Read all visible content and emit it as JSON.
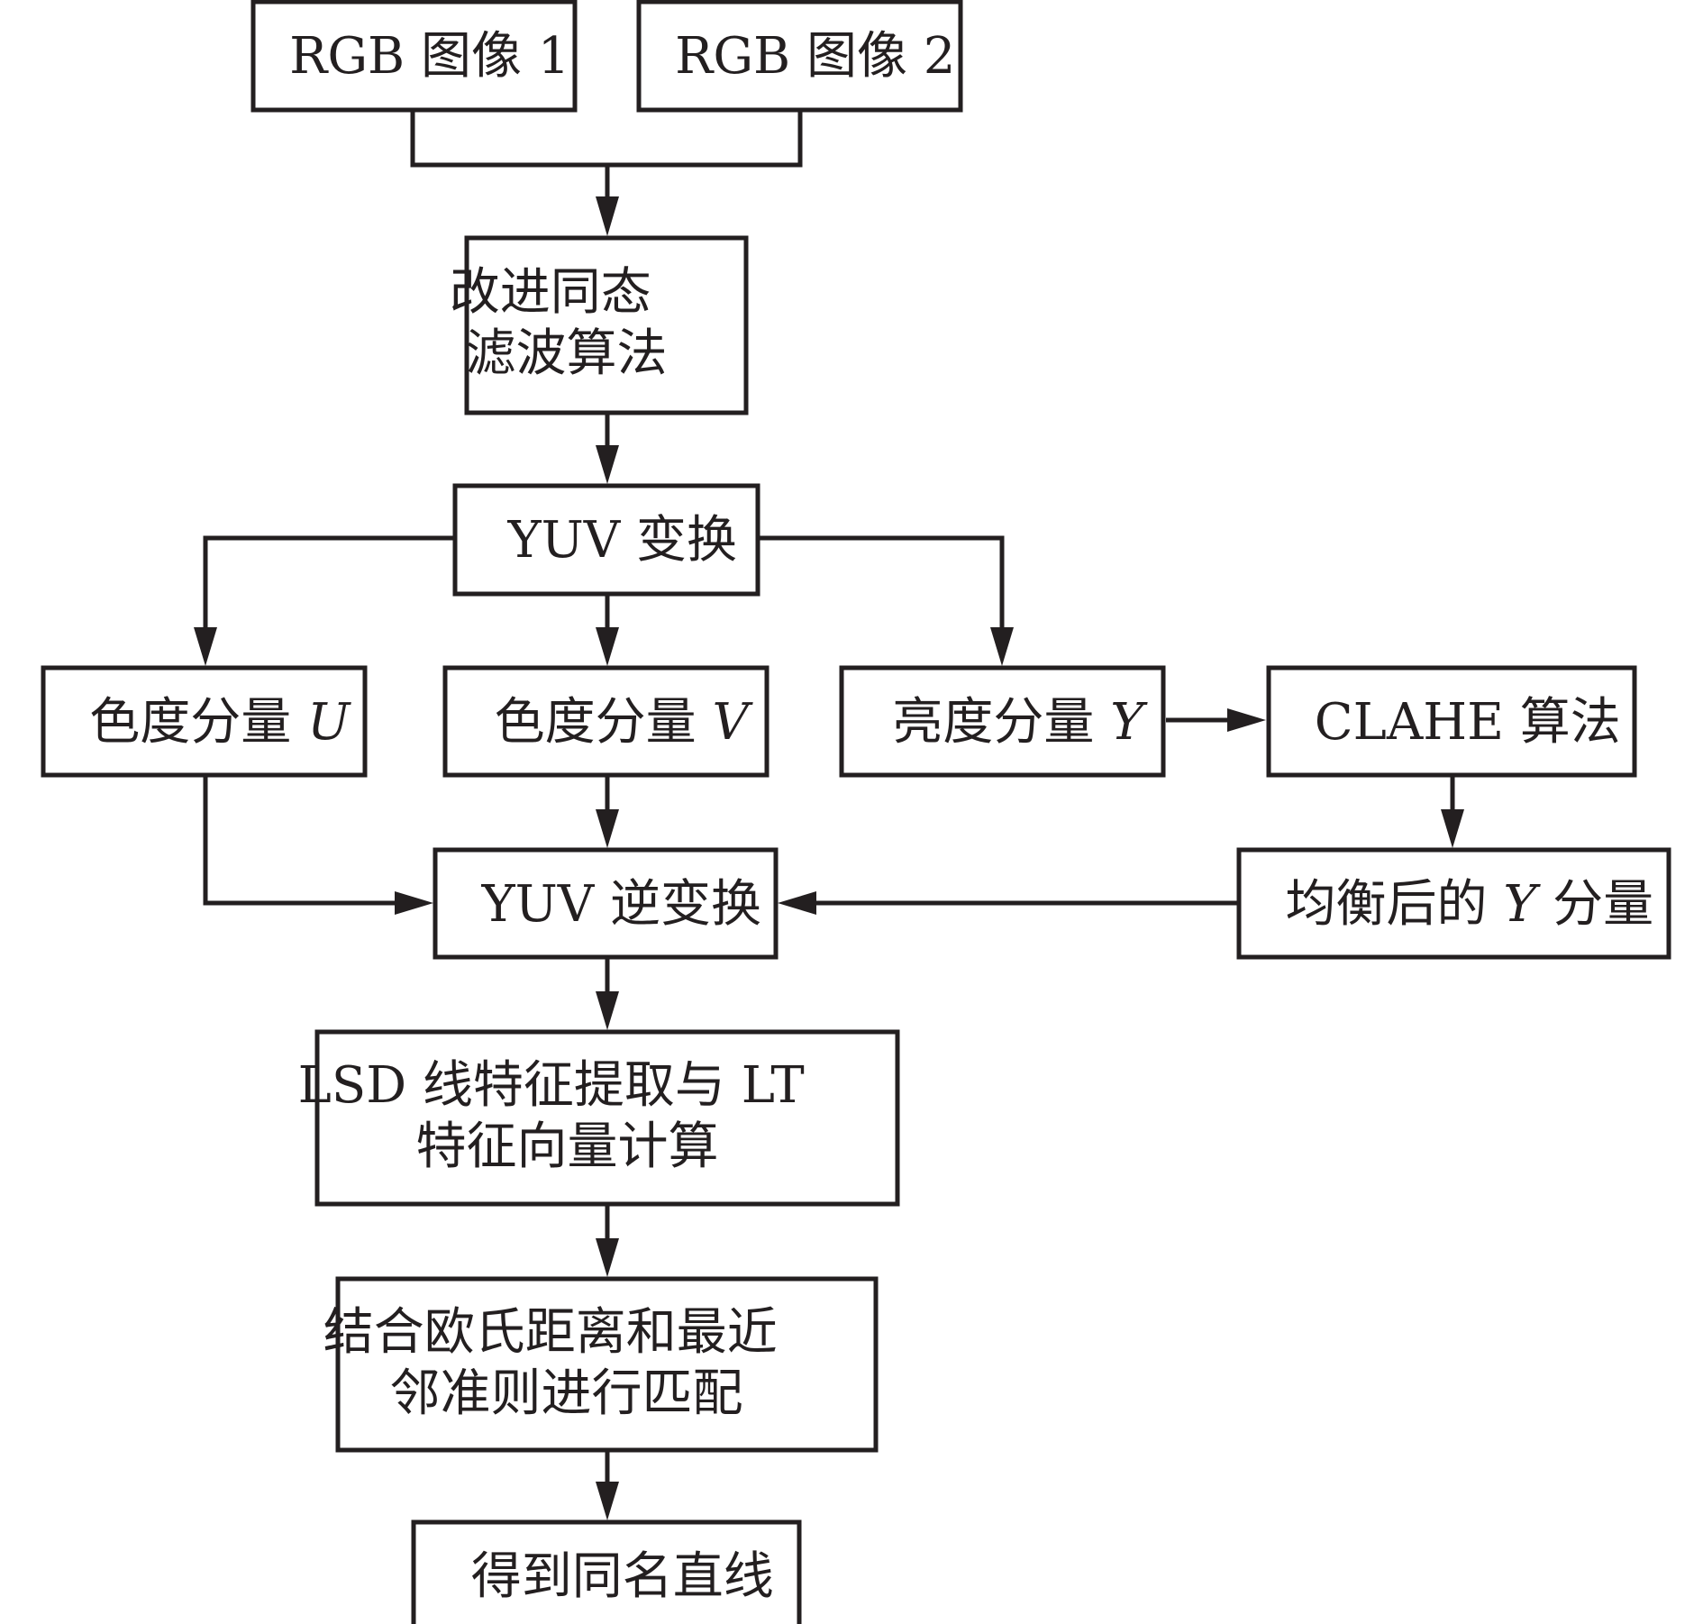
{
  "nodes": {
    "rgb1": {
      "lines": [
        "RGB 图像 1"
      ]
    },
    "rgb2": {
      "lines": [
        "RGB 图像 2"
      ]
    },
    "filter": {
      "lines": [
        "改进同态",
        "滤波算法"
      ]
    },
    "yuv": {
      "lines": [
        "YUV 变换"
      ]
    },
    "chroma_u": {
      "lines": [
        "色度分量 ",
        "U"
      ]
    },
    "chroma_v": {
      "lines": [
        "色度分量 ",
        "V"
      ]
    },
    "luma_y": {
      "lines": [
        "亮度分量 ",
        "Y"
      ]
    },
    "clahe": {
      "lines": [
        "CLAHE 算法"
      ]
    },
    "eq_y": {
      "lines": [
        "均衡后的 ",
        "Y",
        " 分量"
      ]
    },
    "inv_yuv": {
      "lines": [
        "YUV 逆变换"
      ]
    },
    "lsd": {
      "lines": [
        "LSD 线特征提取与 LT",
        "特征向量计算"
      ]
    },
    "match": {
      "lines": [
        "结合欧氏距离和最近",
        "邻准则进行匹配"
      ]
    },
    "result": {
      "lines": [
        "得到同名直线"
      ]
    }
  },
  "colors": {
    "stroke": "#231f20",
    "fill": "#ffffff",
    "text": "#231f20"
  }
}
